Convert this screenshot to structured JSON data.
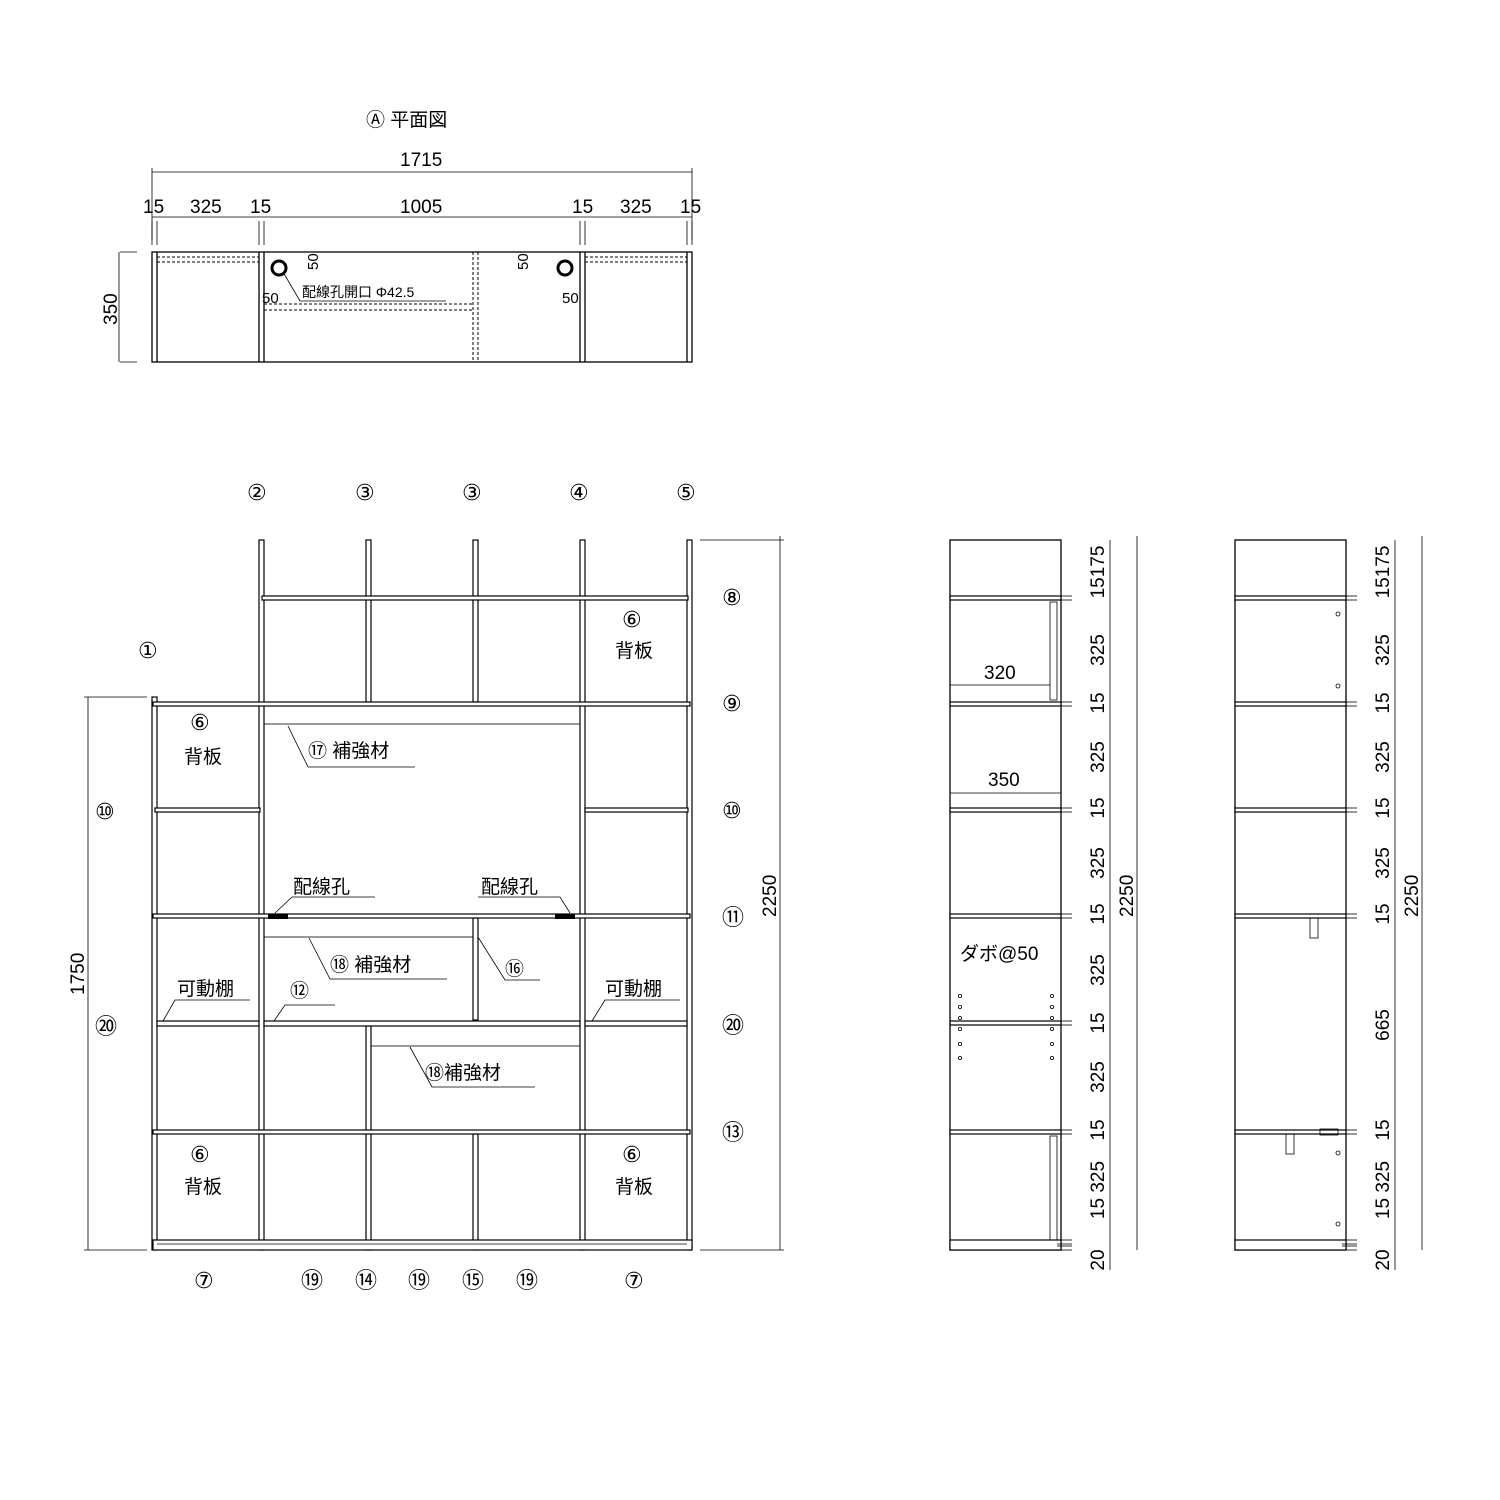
{
  "plan": {
    "title": "Ⓐ 平面図",
    "overall": "1715",
    "dims": [
      "15",
      "325",
      "15",
      "1005",
      "15",
      "325",
      "15"
    ],
    "depth": "350",
    "hole_label": "配線孔開口 Φ42.5",
    "hole_dims": [
      "50",
      "50",
      "50",
      "50"
    ]
  },
  "front": {
    "top_labels": [
      "②",
      "③",
      "③",
      "④",
      "⑤"
    ],
    "bottom_labels": [
      "⑦",
      "⑲",
      "⑭",
      "⑲",
      "⑮",
      "⑲",
      "⑦"
    ],
    "right_labels": [
      "⑧",
      "⑨",
      "⑩",
      "⑪",
      "⑳",
      "⑬"
    ],
    "left_labels": [
      "①",
      "⑩",
      "⑳"
    ],
    "backboard": "背板",
    "backboard_no": "⑥",
    "reinforce17": "⑰ 補強材",
    "reinforce18a": "⑱ 補強材",
    "reinforce18b": "⑱補強材",
    "wiring": "配線孔",
    "movable": "可動棚",
    "part12": "⑫",
    "part16": "⑯",
    "height_total": "2250",
    "height_left": "1750"
  },
  "side1": {
    "dims": [
      "15175",
      "325",
      "15",
      "325",
      "15",
      "325",
      "15",
      "325",
      "15",
      "325",
      "15",
      "15 325",
      "20"
    ],
    "total": "2250",
    "d320": "320",
    "d350": "350",
    "dowel": "ダボ@50"
  },
  "side2": {
    "dims": [
      "15175",
      "325",
      "15",
      "325",
      "15",
      "325",
      "15",
      "665",
      "15",
      "15 325",
      "20"
    ],
    "total": "2250"
  }
}
